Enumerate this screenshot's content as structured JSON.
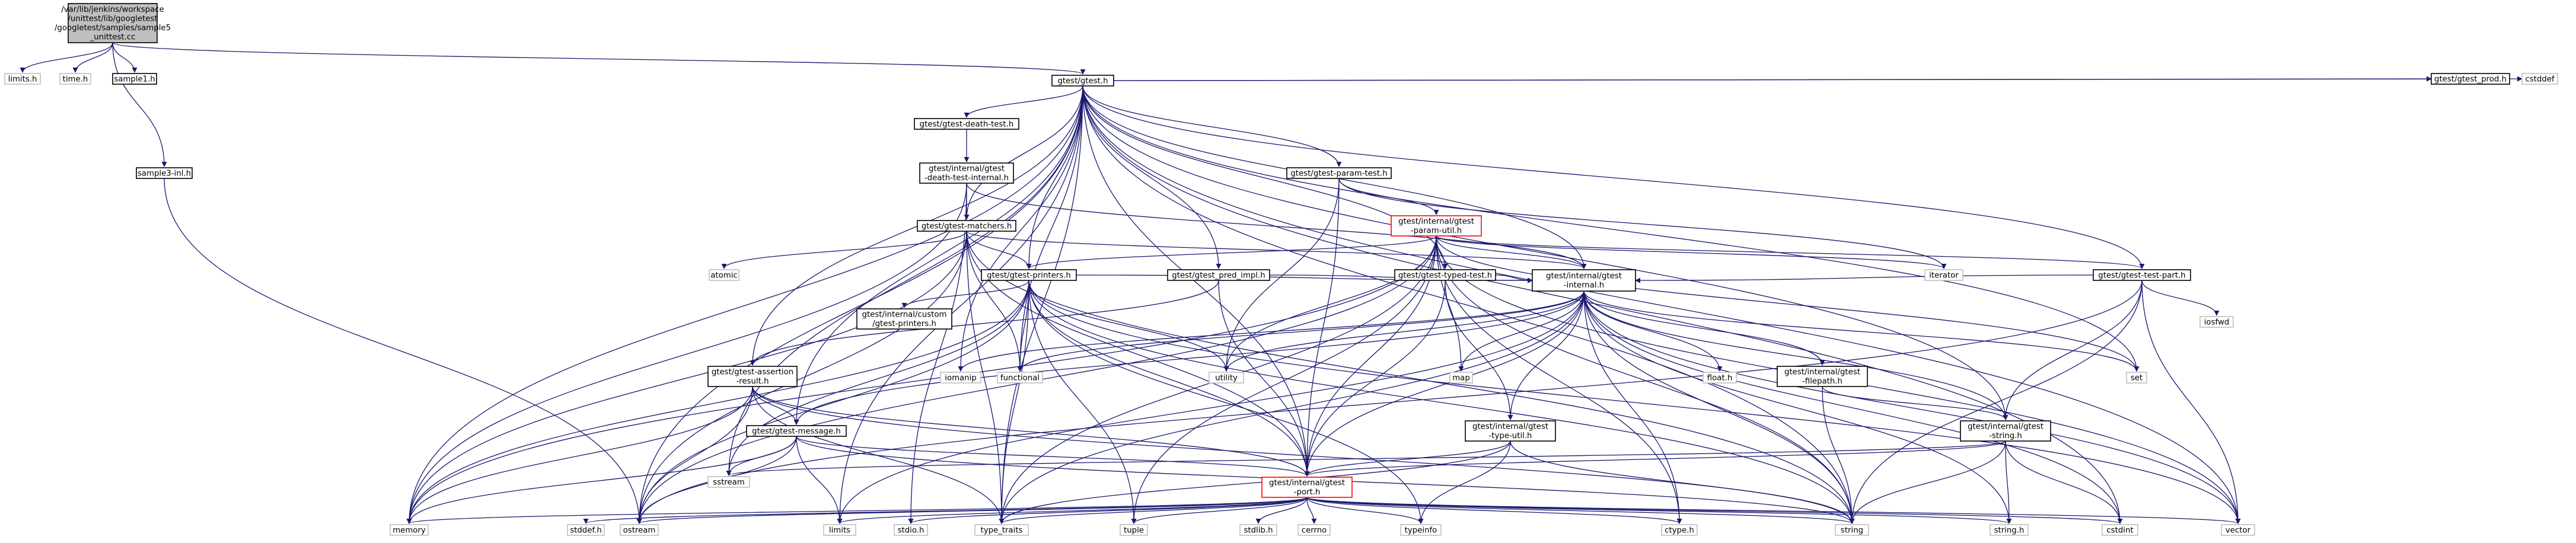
{
  "colors": {
    "edge": "#191970",
    "node_border": "#000000",
    "root_fill": "#bfbfbf",
    "root_border": "#000000",
    "external_border": "#bfbfbf",
    "warning_border": "#ff0000",
    "node_fill": "#ffffff"
  },
  "nodes": [
    {
      "id": "root",
      "lines": [
        "/var/lib/jenkins/workspace",
        "/unittest/lib/googletest",
        "/googletest/samples/sample5",
        "_unittest.cc"
      ],
      "style": "root"
    },
    {
      "id": "limits_h",
      "lines": [
        "limits.h"
      ],
      "style": "external"
    },
    {
      "id": "time_h",
      "lines": [
        "time.h"
      ],
      "style": "external"
    },
    {
      "id": "sample1_h",
      "lines": [
        "sample1.h"
      ],
      "style": "normal"
    },
    {
      "id": "gtest_h",
      "lines": [
        "gtest/gtest.h"
      ],
      "style": "normal"
    },
    {
      "id": "sample3_inl",
      "lines": [
        "sample3-inl.h"
      ],
      "style": "normal"
    },
    {
      "id": "death_test",
      "lines": [
        "gtest/gtest-death-test.h"
      ],
      "style": "normal"
    },
    {
      "id": "param_test",
      "lines": [
        "gtest/gtest-param-test.h"
      ],
      "style": "normal"
    },
    {
      "id": "gtest_prod",
      "lines": [
        "gtest/gtest_prod.h"
      ],
      "style": "normal"
    },
    {
      "id": "cstddef",
      "lines": [
        "cstddef"
      ],
      "style": "external"
    },
    {
      "id": "death_internal",
      "lines": [
        "gtest/internal/gtest",
        "-death-test-internal.h"
      ],
      "style": "normal"
    },
    {
      "id": "param_util",
      "lines": [
        "gtest/internal/gtest",
        "-param-util.h"
      ],
      "style": "warning"
    },
    {
      "id": "matchers",
      "lines": [
        "gtest/gtest-matchers.h"
      ],
      "style": "normal"
    },
    {
      "id": "atomic",
      "lines": [
        "atomic"
      ],
      "style": "external"
    },
    {
      "id": "printers",
      "lines": [
        "gtest/gtest-printers.h"
      ],
      "style": "normal"
    },
    {
      "id": "pred_impl",
      "lines": [
        "gtest/gtest_pred_impl.h"
      ],
      "style": "normal"
    },
    {
      "id": "typed_test",
      "lines": [
        "gtest/gtest-typed-test.h"
      ],
      "style": "normal"
    },
    {
      "id": "iterator",
      "lines": [
        "iterator"
      ],
      "style": "external"
    },
    {
      "id": "test_part",
      "lines": [
        "gtest/gtest-test-part.h"
      ],
      "style": "normal"
    },
    {
      "id": "iosfwd",
      "lines": [
        "iosfwd"
      ],
      "style": "external"
    },
    {
      "id": "custom_printers",
      "lines": [
        "gtest/internal/custom",
        "/gtest-printers.h"
      ],
      "style": "normal"
    },
    {
      "id": "internal_h",
      "lines": [
        "gtest/internal/gtest",
        "-internal.h"
      ],
      "style": "normal"
    },
    {
      "id": "assertion_result",
      "lines": [
        "gtest/gtest-assertion",
        "-result.h"
      ],
      "style": "normal"
    },
    {
      "id": "iomanip",
      "lines": [
        "iomanip"
      ],
      "style": "external"
    },
    {
      "id": "functional",
      "lines": [
        "functional"
      ],
      "style": "external"
    },
    {
      "id": "utility",
      "lines": [
        "utility"
      ],
      "style": "external"
    },
    {
      "id": "map",
      "lines": [
        "map"
      ],
      "style": "external"
    },
    {
      "id": "float_h",
      "lines": [
        "float.h"
      ],
      "style": "external"
    },
    {
      "id": "filepath",
      "lines": [
        "gtest/internal/gtest",
        "-filepath.h"
      ],
      "style": "normal"
    },
    {
      "id": "set",
      "lines": [
        "set"
      ],
      "style": "external"
    },
    {
      "id": "message",
      "lines": [
        "gtest/gtest-message.h"
      ],
      "style": "normal"
    },
    {
      "id": "type_util",
      "lines": [
        "gtest/internal/gtest",
        "-type-util.h"
      ],
      "style": "normal"
    },
    {
      "id": "string_h_int",
      "lines": [
        "gtest/internal/gtest",
        "-string.h"
      ],
      "style": "normal"
    },
    {
      "id": "sstream",
      "lines": [
        "sstream"
      ],
      "style": "external"
    },
    {
      "id": "port_h",
      "lines": [
        "gtest/internal/gtest",
        "-port.h"
      ],
      "style": "warning"
    },
    {
      "id": "memory",
      "lines": [
        "memory"
      ],
      "style": "external"
    },
    {
      "id": "stddef_h",
      "lines": [
        "stddef.h"
      ],
      "style": "external"
    },
    {
      "id": "ostream",
      "lines": [
        "ostream"
      ],
      "style": "external"
    },
    {
      "id": "limits",
      "lines": [
        "limits"
      ],
      "style": "external"
    },
    {
      "id": "stdio_h",
      "lines": [
        "stdio.h"
      ],
      "style": "external"
    },
    {
      "id": "type_traits",
      "lines": [
        "type_traits"
      ],
      "style": "external"
    },
    {
      "id": "tuple",
      "lines": [
        "tuple"
      ],
      "style": "external"
    },
    {
      "id": "stdlib_h",
      "lines": [
        "stdlib.h"
      ],
      "style": "external"
    },
    {
      "id": "cerrno",
      "lines": [
        "cerrno"
      ],
      "style": "external"
    },
    {
      "id": "typeinfo",
      "lines": [
        "typeinfo"
      ],
      "style": "external"
    },
    {
      "id": "ctype_h",
      "lines": [
        "ctype.h"
      ],
      "style": "external"
    },
    {
      "id": "string",
      "lines": [
        "string"
      ],
      "style": "external"
    },
    {
      "id": "string_dot_h",
      "lines": [
        "string.h"
      ],
      "style": "external"
    },
    {
      "id": "cstdint",
      "lines": [
        "cstdint"
      ],
      "style": "external"
    },
    {
      "id": "vector",
      "lines": [
        "vector"
      ],
      "style": "external"
    }
  ],
  "edges": [
    [
      "root",
      "limits_h"
    ],
    [
      "root",
      "time_h"
    ],
    [
      "root",
      "sample1_h"
    ],
    [
      "root",
      "gtest_h"
    ],
    [
      "root",
      "sample3_inl"
    ],
    [
      "sample3_inl",
      "ostream"
    ],
    [
      "gtest_h",
      "cstddef"
    ],
    [
      "gtest_h",
      "cstdint"
    ],
    [
      "gtest_h",
      "limits"
    ],
    [
      "gtest_h",
      "memory"
    ],
    [
      "gtest_h",
      "ostream"
    ],
    [
      "gtest_h",
      "set"
    ],
    [
      "gtest_h",
      "sstream"
    ],
    [
      "gtest_h",
      "string"
    ],
    [
      "gtest_h",
      "type_traits"
    ],
    [
      "gtest_h",
      "vector"
    ],
    [
      "gtest_h",
      "assertion_result"
    ],
    [
      "gtest_h",
      "death_test"
    ],
    [
      "gtest_h",
      "matchers"
    ],
    [
      "gtest_h",
      "message"
    ],
    [
      "gtest_h",
      "param_test"
    ],
    [
      "gtest_h",
      "printers"
    ],
    [
      "gtest_h",
      "gtest_prod"
    ],
    [
      "gtest_h",
      "test_part"
    ],
    [
      "gtest_h",
      "typed_test"
    ],
    [
      "gtest_h",
      "pred_impl"
    ],
    [
      "gtest_h",
      "internal_h"
    ],
    [
      "gtest_h",
      "string_h_int"
    ],
    [
      "gtest_h",
      "port_h"
    ],
    [
      "gtest_h",
      "functional"
    ],
    [
      "gtest_h",
      "iomanip"
    ],
    [
      "death_test",
      "death_internal"
    ],
    [
      "death_internal",
      "matchers"
    ],
    [
      "death_internal",
      "internal_h"
    ],
    [
      "death_internal",
      "stdio_h"
    ],
    [
      "death_internal",
      "memory"
    ],
    [
      "param_test",
      "iterator"
    ],
    [
      "param_test",
      "utility"
    ],
    [
      "param_test",
      "param_util"
    ],
    [
      "param_test",
      "port_h"
    ],
    [
      "param_util",
      "ctype_h"
    ],
    [
      "param_util",
      "cassert_dummy"
    ],
    [
      "param_util",
      "iterator"
    ],
    [
      "param_util",
      "map"
    ],
    [
      "param_util",
      "memory"
    ],
    [
      "param_util",
      "ostream"
    ],
    [
      "param_util",
      "set"
    ],
    [
      "param_util",
      "string"
    ],
    [
      "param_util",
      "tuple"
    ],
    [
      "param_util",
      "type_traits"
    ],
    [
      "param_util",
      "utility"
    ],
    [
      "param_util",
      "vector"
    ],
    [
      "param_util",
      "printers"
    ],
    [
      "param_util",
      "test_part"
    ],
    [
      "param_util",
      "internal_h"
    ],
    [
      "param_util",
      "port_h"
    ],
    [
      "matchers",
      "atomic"
    ],
    [
      "matchers",
      "functional"
    ],
    [
      "matchers",
      "memory"
    ],
    [
      "matchers",
      "ostream"
    ],
    [
      "matchers",
      "string"
    ],
    [
      "matchers",
      "type_traits"
    ],
    [
      "matchers",
      "printers"
    ],
    [
      "matchers",
      "internal_h"
    ],
    [
      "matchers",
      "port_h"
    ],
    [
      "printers",
      "functional"
    ],
    [
      "printers",
      "memory"
    ],
    [
      "printers",
      "ostream"
    ],
    [
      "printers",
      "sstream"
    ],
    [
      "printers",
      "string"
    ],
    [
      "printers",
      "tuple"
    ],
    [
      "printers",
      "type_traits"
    ],
    [
      "printers",
      "typeinfo"
    ],
    [
      "printers",
      "utility"
    ],
    [
      "printers",
      "vector"
    ],
    [
      "printers",
      "internal_h"
    ],
    [
      "printers",
      "port_h"
    ],
    [
      "printers",
      "custom_printers"
    ],
    [
      "pred_impl",
      "assertion_result"
    ],
    [
      "pred_impl",
      "internal_h"
    ],
    [
      "pred_impl",
      "port_h"
    ],
    [
      "typed_test",
      "internal_h"
    ],
    [
      "typed_test",
      "port_h"
    ],
    [
      "typed_test",
      "type_util"
    ],
    [
      "test_part",
      "iosfwd"
    ],
    [
      "test_part",
      "ostream"
    ],
    [
      "test_part",
      "string"
    ],
    [
      "test_part",
      "vector"
    ],
    [
      "test_part",
      "internal_h"
    ],
    [
      "test_part",
      "string_h_int"
    ],
    [
      "internal_h",
      "port_h"
    ],
    [
      "internal_h",
      "ctype_h"
    ],
    [
      "internal_h",
      "float_h"
    ],
    [
      "internal_h",
      "string_dot_h"
    ],
    [
      "internal_h",
      "cstdint"
    ],
    [
      "internal_h",
      "functional"
    ],
    [
      "internal_h",
      "iomanip"
    ],
    [
      "internal_h",
      "limits"
    ],
    [
      "internal_h",
      "map"
    ],
    [
      "internal_h",
      "set"
    ],
    [
      "internal_h",
      "string"
    ],
    [
      "internal_h",
      "type_traits"
    ],
    [
      "internal_h",
      "utility"
    ],
    [
      "internal_h",
      "vector"
    ],
    [
      "internal_h",
      "message"
    ],
    [
      "internal_h",
      "filepath"
    ],
    [
      "internal_h",
      "string_h_int"
    ],
    [
      "internal_h",
      "type_util"
    ],
    [
      "assertion_result",
      "memory"
    ],
    [
      "assertion_result",
      "ostream"
    ],
    [
      "assertion_result",
      "string"
    ],
    [
      "assertion_result",
      "type_traits"
    ],
    [
      "assertion_result",
      "message"
    ],
    [
      "assertion_result",
      "port_h"
    ],
    [
      "message",
      "limits"
    ],
    [
      "message",
      "memory"
    ],
    [
      "message",
      "ostream"
    ],
    [
      "message",
      "sstream"
    ],
    [
      "message",
      "string"
    ],
    [
      "message",
      "port_h"
    ],
    [
      "filepath",
      "string"
    ],
    [
      "filepath",
      "string_h_int"
    ],
    [
      "type_util",
      "string"
    ],
    [
      "type_util",
      "type_traits"
    ],
    [
      "type_util",
      "typeinfo"
    ],
    [
      "type_util",
      "port_h"
    ],
    [
      "string_h_int",
      "string_dot_h"
    ],
    [
      "string_h_int",
      "cstdint"
    ],
    [
      "string_h_int",
      "sstream"
    ],
    [
      "string_h_int",
      "string"
    ],
    [
      "string_h_int",
      "port_h"
    ],
    [
      "port_h",
      "ctype_h"
    ],
    [
      "port_h",
      "stddef_h"
    ],
    [
      "port_h",
      "stdio_h"
    ],
    [
      "port_h",
      "stdlib_h"
    ],
    [
      "port_h",
      "string_dot_h"
    ],
    [
      "port_h",
      "cerrno"
    ],
    [
      "port_h",
      "cstdint"
    ],
    [
      "port_h",
      "iostream_dummy"
    ],
    [
      "port_h",
      "limits"
    ],
    [
      "port_h",
      "locale_dummy"
    ],
    [
      "port_h",
      "memory"
    ],
    [
      "port_h",
      "ostream"
    ],
    [
      "port_h",
      "string"
    ],
    [
      "port_h",
      "tuple"
    ],
    [
      "port_h",
      "type_traits"
    ],
    [
      "port_h",
      "vector"
    ],
    [
      "port_h",
      "typeinfo"
    ]
  ]
}
